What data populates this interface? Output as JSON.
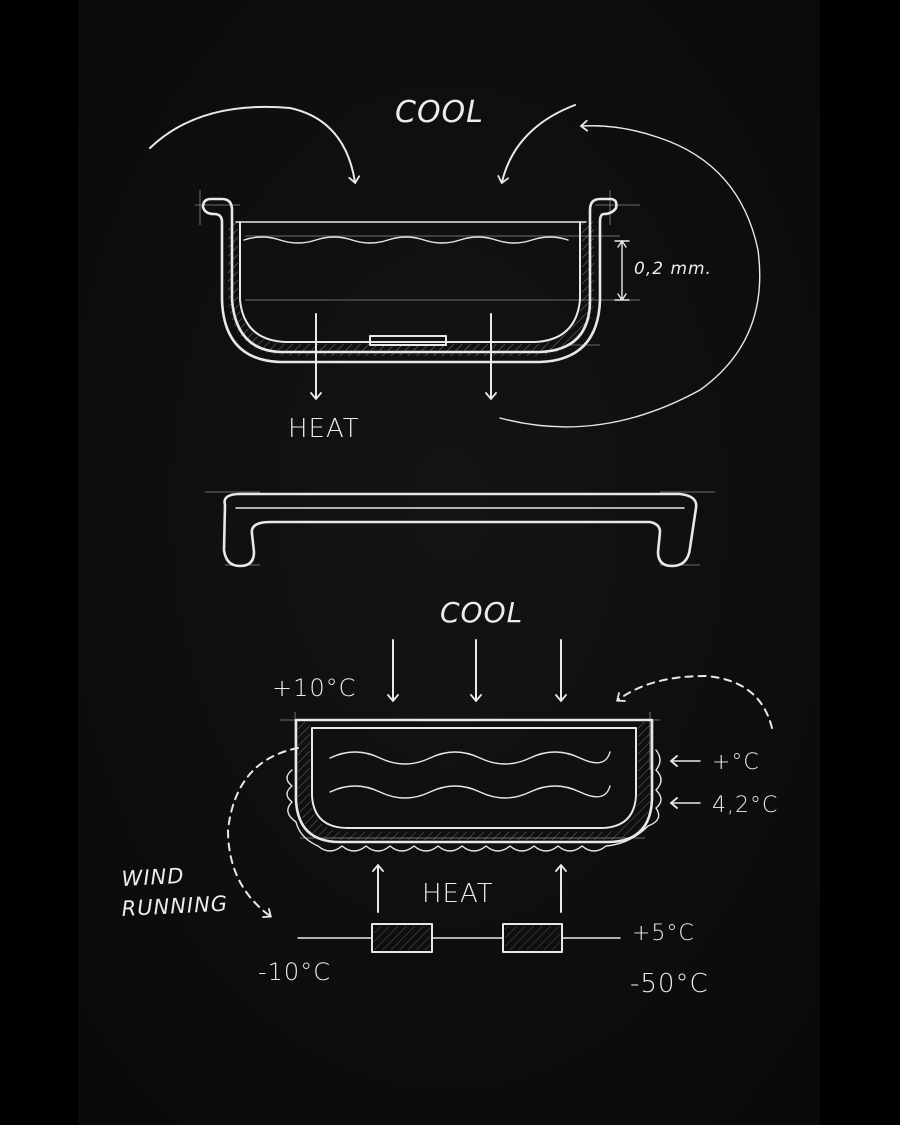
{
  "labels": {
    "top_cool": "COOL",
    "top_heat": "HEAT",
    "dimension": "0,2 mm.",
    "bottom_cool": "COOL",
    "bottom_heat": "HEAT",
    "temp_plus10": "+10°C",
    "temp_plus": "+°C",
    "temp_4_2": "4,2°C",
    "temp_plus5": "+5°C",
    "temp_minus10": "-10°C",
    "temp_minus50": "-50°C",
    "wind_line1": "WIND",
    "wind_line2": "RUNNING"
  },
  "colors": {
    "background": "#000000",
    "board": "#0d0d0d",
    "chalk": "#e8e8e8"
  }
}
